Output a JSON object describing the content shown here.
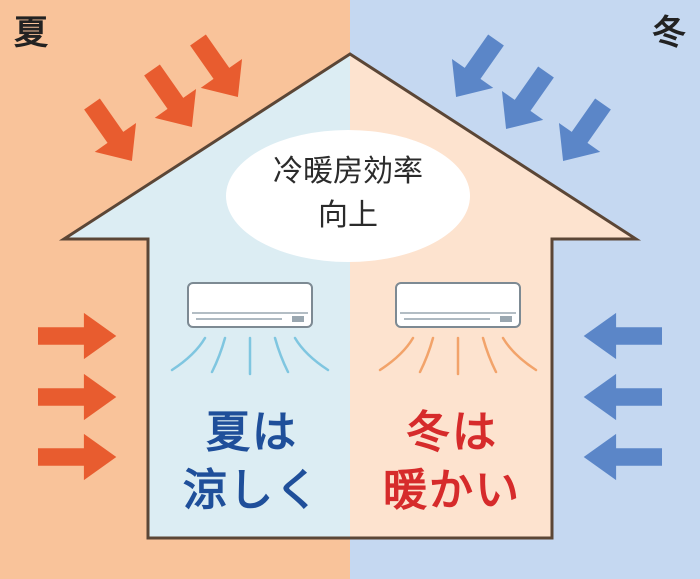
{
  "labels": {
    "summer": "夏",
    "winter": "冬",
    "efficiency_line1": "冷暖房効率",
    "efficiency_line2": "向上",
    "cool_line1": "夏は",
    "cool_line2": "涼しく",
    "warm_line1": "冬は",
    "warm_line2": "暖かい"
  },
  "colors": {
    "summer_background": "#f9c39a",
    "winter_background": "#c5d8f1",
    "house_cool_interior": "#dcedf3",
    "house_warm_interior": "#fde3cf",
    "house_outline": "#5b4636",
    "heat_arrow": "#e85c2f",
    "cold_arrow": "#5b86c8",
    "cool_text": "#1f4f9a",
    "warm_text": "#d62b2b",
    "cool_airflow": "#7fc6e0",
    "warm_airflow": "#f2a36a"
  },
  "icons": {
    "summer_arrows": "heat-arrow-icon",
    "winter_arrows": "cold-arrow-icon",
    "air_conditioner": "air-conditioner-icon"
  }
}
